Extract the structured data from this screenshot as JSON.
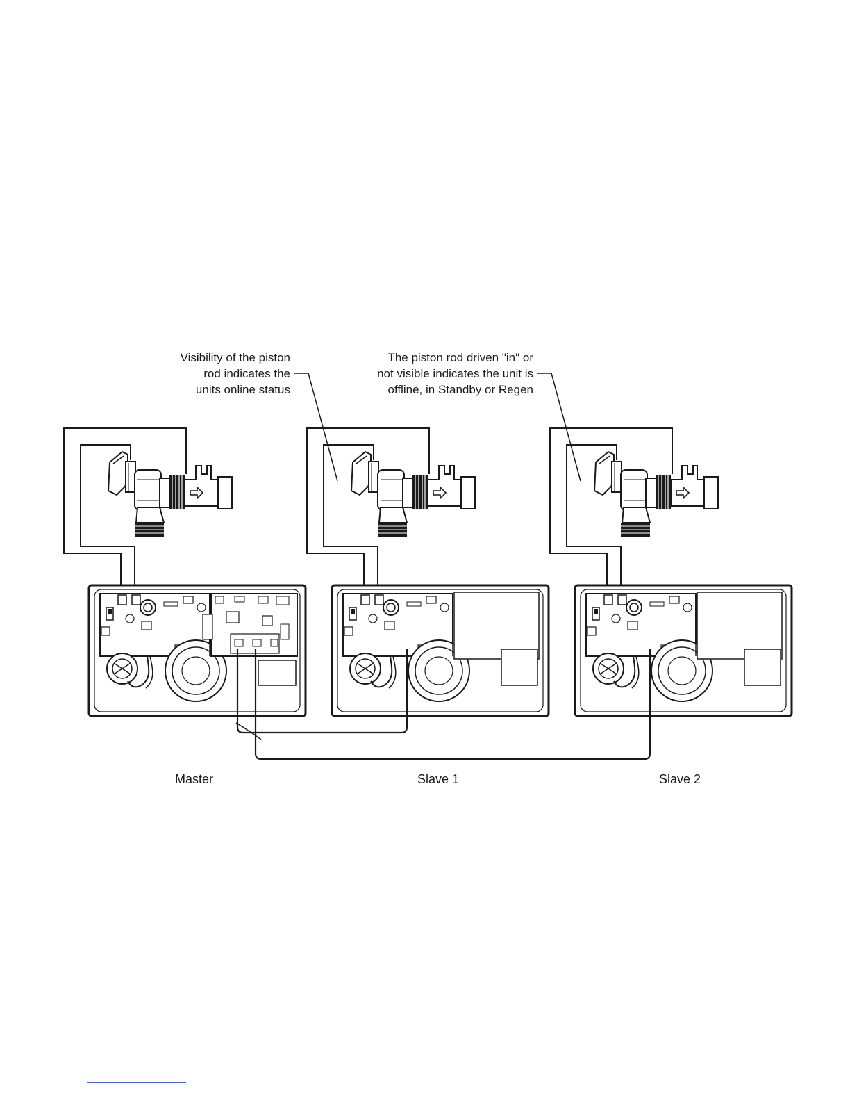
{
  "callouts": {
    "left": {
      "line1": "Visibility of the piston",
      "line2": "rod indicates the",
      "line3": "units online status"
    },
    "right": {
      "line1": "The piston rod driven \"in\" or",
      "line2": "not visible indicates the unit is",
      "line3": "offline, in Standby or Regen"
    }
  },
  "units": [
    {
      "label": "Master",
      "role": "master"
    },
    {
      "label": "Slave 1",
      "role": "slave"
    },
    {
      "label": "Slave 2",
      "role": "slave"
    }
  ],
  "colors": {
    "line": "#1a1a1a",
    "fill": "#ffffff",
    "footer_rule": "#4a5fc9"
  }
}
